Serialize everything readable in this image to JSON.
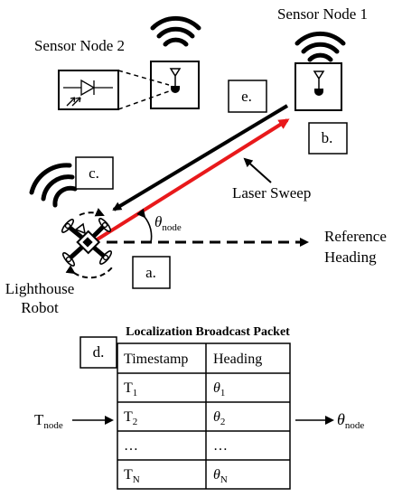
{
  "labels": {
    "sensor_node_1": "Sensor Node 1",
    "sensor_node_2": "Sensor Node 2",
    "laser_sweep": "Laser Sweep",
    "reference_heading_line1": "Reference",
    "reference_heading_line2": "Heading",
    "lighthouse_line1": "Lighthouse",
    "lighthouse_line2": "Robot",
    "theta": "θ",
    "theta_sub": "node",
    "packet_title": "Localization Broadcast Packet"
  },
  "callouts": {
    "a": "a.",
    "b": "b.",
    "c": "c.",
    "d": "d.",
    "e": "e."
  },
  "table": {
    "headers": [
      "Timestamp",
      "Heading"
    ],
    "rows": [
      {
        "ts": "T",
        "ts_sub": "1",
        "hd": "θ",
        "hd_sub": "1"
      },
      {
        "ts": "T",
        "ts_sub": "2",
        "hd": "θ",
        "hd_sub": "2"
      },
      {
        "ts": "…",
        "ts_sub": "",
        "hd": "…",
        "hd_sub": ""
      },
      {
        "ts": "T",
        "ts_sub": "N",
        "hd": "θ",
        "hd_sub": "N"
      }
    ]
  },
  "io": {
    "input_main": "T",
    "input_sub": "node",
    "output_main": "θ",
    "output_sub": "node"
  },
  "colors": {
    "laser": "#e8191b",
    "ink": "#000000"
  }
}
